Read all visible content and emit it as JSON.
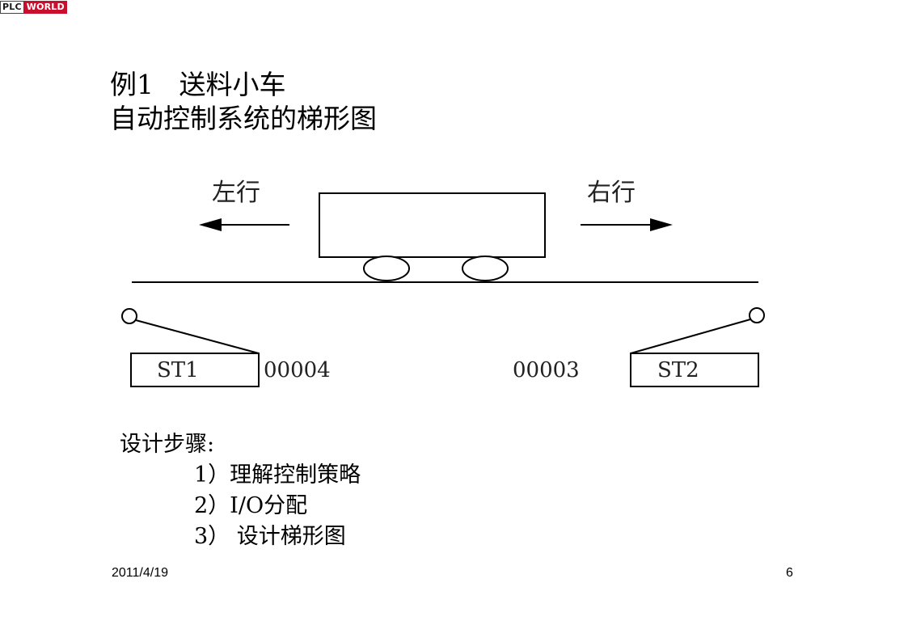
{
  "logo": {
    "part1": "PLC",
    "part2": "WORLD"
  },
  "title": {
    "line1": "例1   送料小车",
    "line2": "自动控制系统的梯形图"
  },
  "diagram": {
    "left_label": "左行",
    "right_label": "右行",
    "switch_left_label": "ST1",
    "switch_left_address": "00004",
    "switch_right_label": "ST2",
    "switch_right_address": "00003"
  },
  "steps": {
    "heading": "设计步骤:",
    "items": [
      "1）理解控制策略",
      "2）I/O分配",
      "3） 设计梯形图"
    ]
  },
  "footer": {
    "date": "2011/4/19",
    "page": "6"
  }
}
